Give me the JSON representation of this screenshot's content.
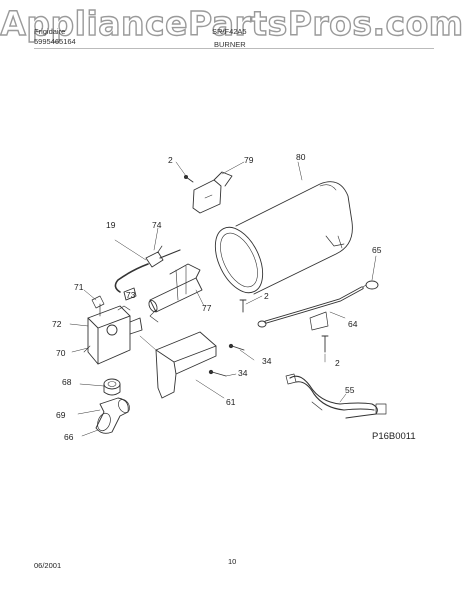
{
  "watermark": "AppliancePartsPros.com",
  "header": {
    "brand": "Frigidaire",
    "publication": "5995465164",
    "model": "SR/F42A5",
    "section_title": "BURNER"
  },
  "figure_code": "P16B0011",
  "footer": {
    "date": "06/2001",
    "page_number": "10"
  },
  "callouts": {
    "c2_top": "2",
    "c79": "79",
    "c80": "80",
    "c19": "19",
    "c74": "74",
    "c65": "65",
    "c71": "71",
    "c73": "73",
    "c2_mid": "2",
    "c77": "77",
    "c64": "64",
    "c72": "72",
    "c70": "70",
    "c34_a": "34",
    "c2_low": "2",
    "c34_b": "34",
    "c68": "68",
    "c55": "55",
    "c69": "69",
    "c61": "61",
    "c66": "66"
  }
}
